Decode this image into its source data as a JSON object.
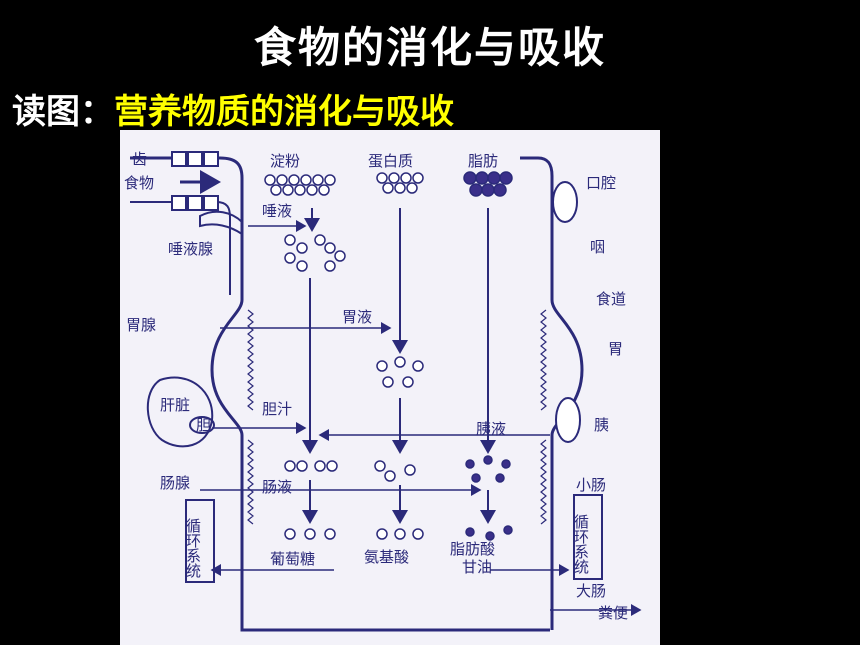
{
  "slide": {
    "title": "食物的消化与吸收",
    "subtitle_prefix": "读图：",
    "subtitle_topic": "营养物质的消化与吸收"
  },
  "colors": {
    "background": "#000000",
    "title": "#ffffff",
    "topic": "#ffff00",
    "diagram_bg": "#f3f2f9",
    "ink": "#2b2a7a"
  },
  "diagram": {
    "labels": {
      "teeth": "齿",
      "food": "食物",
      "starch": "淀粉",
      "protein": "蛋白质",
      "fat": "脂肪",
      "saliva": "唾液",
      "salivary_gland": "唾液腺",
      "gastric_juice": "胃液",
      "gastric_gland": "胃腺",
      "liver": "肝脏",
      "gallbladder": "胆",
      "bile": "胆汁",
      "pancreatic_juice": "胰液",
      "intestinal_gland": "肠腺",
      "intestinal_juice": "肠液",
      "circulation_left": "循环系统",
      "circulation_right": "循环系统",
      "glucose": "葡萄糖",
      "amino_acid": "氨基酸",
      "fatty_acid": "脂肪酸",
      "glycerol": "甘油",
      "mouth": "口腔",
      "pharynx": "咽",
      "esophagus": "食道",
      "stomach": "胃",
      "pancreas": "胰",
      "small_intestine": "小肠",
      "large_intestine": "大肠",
      "feces": "粪便"
    }
  }
}
